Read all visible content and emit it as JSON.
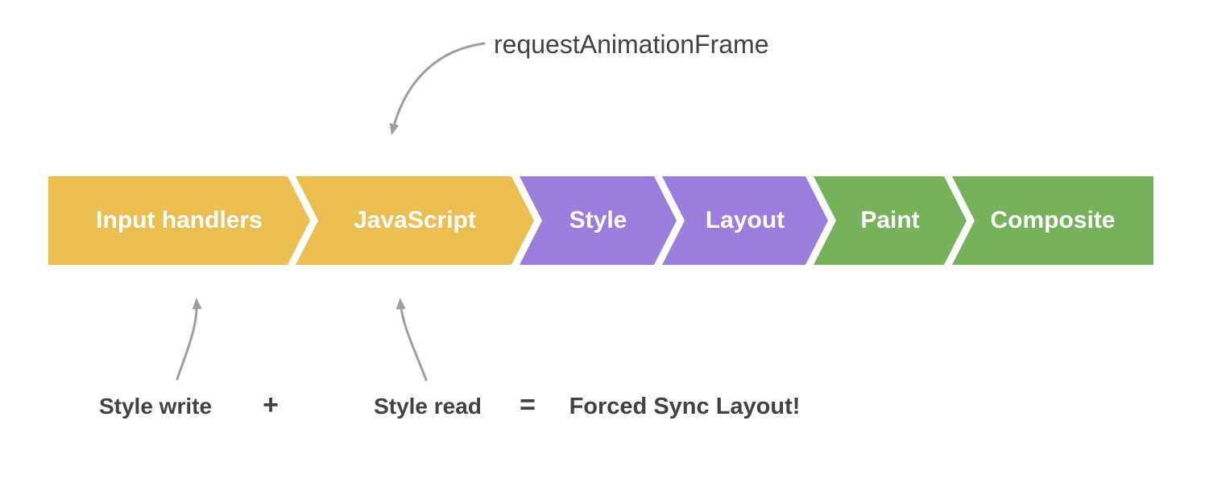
{
  "annotations": {
    "raf_label": "requestAnimationFrame",
    "style_write": "Style write",
    "plus": "+",
    "style_read": "Style read",
    "equals": "=",
    "result": "Forced Sync Layout!"
  },
  "pipeline": {
    "segments": [
      {
        "label": "Input handlers",
        "color": "#EBBE51"
      },
      {
        "label": "JavaScript",
        "color": "#EBBE51"
      },
      {
        "label": "Style",
        "color": "#9B7DDC"
      },
      {
        "label": "Layout",
        "color": "#9B7DDC"
      },
      {
        "label": "Paint",
        "color": "#76B15C"
      },
      {
        "label": "Composite",
        "color": "#76B15C"
      }
    ],
    "stage_text_color": "#FFFFFF"
  },
  "colors": {
    "arrow": "#9E9E9E",
    "text_dark": "#424242",
    "background": "#FFFFFF"
  }
}
